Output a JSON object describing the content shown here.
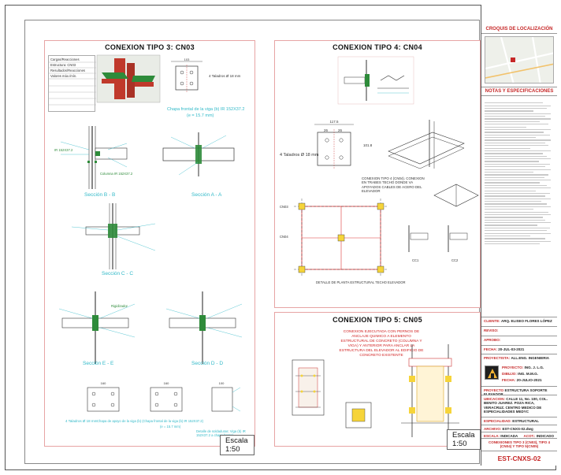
{
  "sheet": {
    "panels": {
      "cn03": {
        "title": "CONEXION TIPO 3: CN03",
        "scale": "Escala 1:50",
        "table_rows": [
          "Cargas/Reacciones",
          "Estructura: CN03",
          "Resultados/Reacciones",
          "Valores máx./mín."
        ],
        "labels": {
          "plate_note": "Chapa frontal de la viga (b) IR 152X37.2",
          "plate_note_sub": "(e = 15.7 mm)",
          "bolts_note": "4 Taladros Ø 18 mm",
          "sec_bb": "Sección B - B",
          "sec_aa": "Sección A - A",
          "sec_cc": "Sección C - C",
          "sec_ee": "Sección E - E",
          "sec_dd": "Sección D - D",
          "support_plate_note": "Chapa de apoyo de la viga (b) (Chapa frontal de la viga (b) IR 152X37.2)",
          "support_plate_sub": "(e = 15.7 mm)",
          "stiffener_note": "Detalle de soldaduras: Viga (b) IR 152X37.2 a chapa frontal",
          "bolts_note_2": "4 Taladros Ø 18 mm",
          "dim_100": "100",
          "dim_160": "160",
          "dim_ref": "Rigidizador",
          "beam_ref": "IR 152X37.2",
          "col_ref": "Columna IR 152X37.2"
        }
      },
      "cn04": {
        "title": "CONEXION TIPO 4: CN04",
        "labels": {
          "bolts_note": "4 Taladros Ø 18 mm",
          "dim_26a": "26",
          "dim_26b": "26",
          "dim_1175": "117.5",
          "dim_1018": "101.8",
          "note": "CONEXION TIPO 4 (CN04). CONEXION EN TRABES TECHO DONDE VA APOYADOS CABLES DE ACERO DEL ELEVADOR",
          "grid_cn03": "CN03",
          "grid_cn04": "CN04",
          "detail_note": "DETALLE DE PLANTA ESTRUCTURAL TECHO ELEVADOR",
          "cc1": "CC1",
          "cc2": "CC2"
        }
      },
      "cn05": {
        "title": "CONEXION TIPO 5: CN05",
        "scale": "Escala 1:50",
        "red_note": "CONEXION EJECUTADA CON PERNOS DE ANCLAJE QUIMICO A ELEMENTO ESTRUCTURAL DE CONCRETO (COLUMNA Y VIGA) Y ANTERIOR PARA ANCLAR LA ESTRUCTURA DEL ELEVADOR AL EDIFICIO DE CONCRETO EXISTENTE"
      }
    }
  },
  "title_block": {
    "map_title": "CROQUIS DE LOCALIZACIÓN",
    "notes_title": "NOTAS Y ESPECIFICACIONES",
    "cliente_key": "CLIENTE:",
    "cliente_val": "ARQ. ELISEO FLORES LÓPEZ",
    "reviso_key": "REVISO:",
    "aprobo_key": "APROBO:",
    "fecha_key": "FECHA:",
    "fecha_val": "20-JUL-03-2021",
    "proyectista_key": "PROYECTISTA:",
    "proyectista_val": "ALL.ENG. INGENIERIA",
    "proyecto_key": "PROYECTO:",
    "proyecto_val": "ING. J. L.G.",
    "dibujo_key": "DIBUJO:",
    "dibujo_val": "ING. M.M.G.",
    "fecha2_key": "FECHA:",
    "fecha2_val": "20-JULIO-2021",
    "project_key": "PROYECTO",
    "project_val": "ESTRUCTURA SOPORTE ELEVADOR",
    "ubicacion_key": "UBICACION:",
    "ubicacion_val": "CALLE 11, No. 100, COL. BENITO JUAREZ. POZA RICA, VERACRUZ. CENTRO MEDICO DE ESPECIALIDADES MEDYC",
    "especialidad_key": "ESPECIALIDAD:",
    "especialidad_val": "ESTRUCTURAL",
    "archivo_key": "ARCHIVO:",
    "archivo_val": "EST-CNXS-02.dwg",
    "escala_key": "ESCALA:",
    "escala_val": "INDICADA",
    "acot_key": "ACOT.:",
    "acot_val": "INDICADO",
    "sheet_desc": "CONEXIONES TIPO 3 (CN03), TIPO 4 (CN04) Y TIPO 5(CN05)",
    "sheet_code": "EST-CNXS-02"
  },
  "colors": {
    "accent_red": "#c62828",
    "cyan": "#31b9c8",
    "green": "#3aa03a",
    "steel_red": "#d33"
  }
}
